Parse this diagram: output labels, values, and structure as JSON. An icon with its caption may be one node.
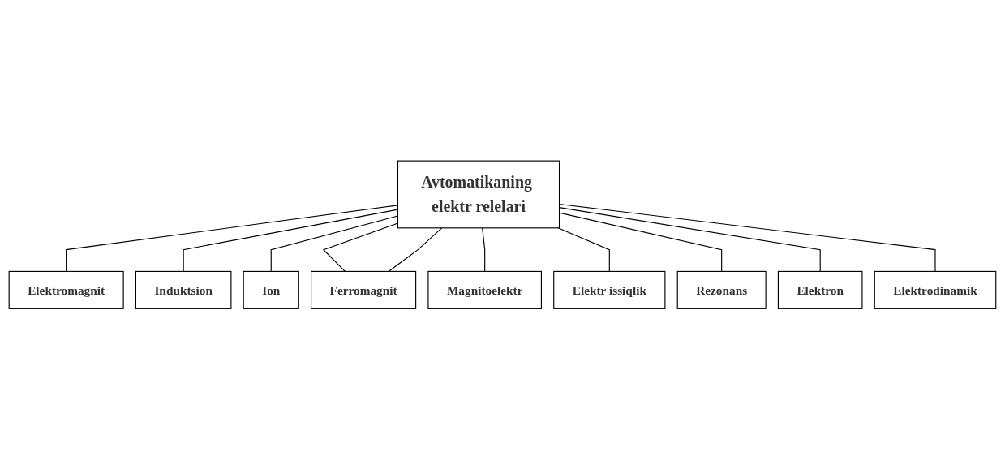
{
  "diagram": {
    "nodes": [
      {
        "text": [
          "Avtomatikaning elektr relelari"
        ]
      },
      {
        "text": [
          "Elektromagnit"
        ]
      },
      {
        "text": [
          "Magnitoelektr"
        ]
      },
      {
        "text": [
          "Elektrodinamik"
        ]
      },
      {
        "text": [
          "Induktsion"
        ]
      },
      {
        "text": [
          "Ferromagnit"
        ]
      },
      {
        "text": [
          "Elektron"
        ]
      },
      {
        "text": [
          "Ion"
        ]
      },
      {
        "text": [
          "Elektr issiqlik"
        ]
      },
      {
        "text": [
          "Rezonans"
        ]
      }
    ],
    "edges": [
      {
        "from": 0,
        "to": 1,
        "arrow": "none"
      },
      {
        "from": 0,
        "to": 4,
        "arrow": "none"
      },
      {
        "from": 0,
        "to": 7,
        "arrow": "none"
      },
      {
        "from": 0,
        "to": 5,
        "arrow": "none"
      },
      {
        "from": 0,
        "to": 2,
        "arrow": "none"
      },
      {
        "from": 0,
        "to": 5,
        "arrow": "none"
      },
      {
        "from": 0,
        "to": 8,
        "arrow": "none"
      },
      {
        "from": 0,
        "to": 9,
        "arrow": "none"
      },
      {
        "from": 0,
        "to": 6,
        "arrow": "none"
      },
      {
        "from": 0,
        "to": 3,
        "arrow": "none"
      }
    ]
  }
}
